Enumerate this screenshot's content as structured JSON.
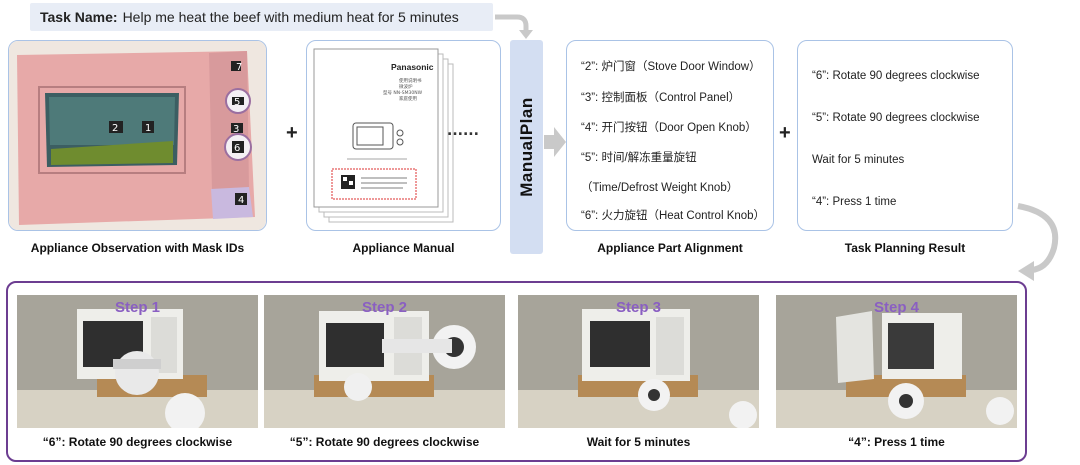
{
  "task": {
    "label": "Task Name:",
    "text": "Help me heat the beef with medium heat for 5 minutes"
  },
  "observation": {
    "caption": "Appliance Observation with Mask IDs",
    "mask_ids": [
      "7",
      "5",
      "3",
      "2",
      "1",
      "6",
      "4"
    ]
  },
  "manual": {
    "caption": "Appliance Manual",
    "brand": "Panasonic",
    "title_lines": [
      "使用说明书",
      "微波炉",
      "型号 NN-SM30NW",
      "家庭使用"
    ],
    "ellipsis": "......"
  },
  "method_label": "ManualPlan",
  "alignment": {
    "caption": "Appliance Part Alignment",
    "rows": [
      "“2”: 炉门窗（Stove Door Window）",
      "“3”: 控制面板（Control Panel）",
      "“4”: 开门按钮（Door Open Knob）",
      "“5”: 时间/解冻重量旋钮",
      "（Time/Defrost Weight Knob）",
      "“6”: 火力旋钮（Heat Control Knob）"
    ]
  },
  "planning": {
    "caption": "Task Planning Result",
    "rows": [
      "“6”: Rotate 90 degrees clockwise",
      "“5”: Rotate 90 degrees clockwise",
      "Wait for 5 minutes",
      "“4”: Press 1 time"
    ]
  },
  "plus_sign": "+",
  "steps": [
    {
      "title": "Step 1",
      "caption": "“6”: Rotate 90 degrees clockwise"
    },
    {
      "title": "Step 2",
      "caption": "“5”: Rotate 90 degrees clockwise"
    },
    {
      "title": "Step 3",
      "caption": "Wait for 5 minutes"
    },
    {
      "title": "Step 4",
      "caption": "“4”: Press 1 time"
    }
  ],
  "colors": {
    "panel_border": "#aac3e6",
    "banner_bg": "#e8edf6",
    "method_bg": "#d3def2",
    "bottom_border": "#6c3d91",
    "step_title": "#8a5fc2",
    "microwave_pink": "#e7a9a8",
    "control_lilac": "#c9b9df"
  }
}
